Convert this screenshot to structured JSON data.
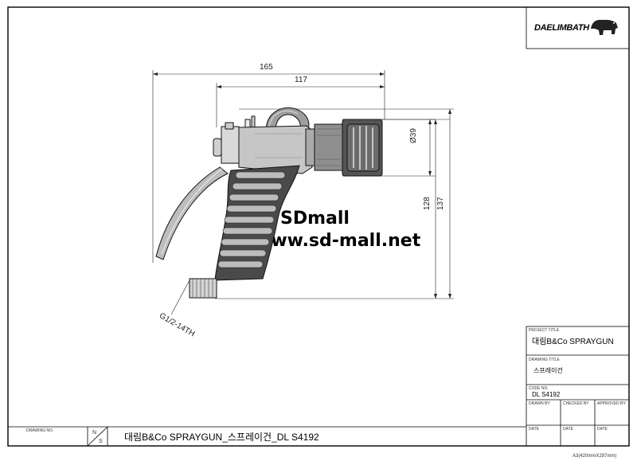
{
  "logo": {
    "text": "DAELIMBATH"
  },
  "watermark": {
    "line1": "SDmall",
    "line2": "www.sd-mall.net"
  },
  "dimensions": {
    "overall_length": "165",
    "body_length": "117",
    "nozzle_diameter": "Ø39",
    "height_inner": "128",
    "height_outer": "137",
    "thread": "G1/2-14TH"
  },
  "title_block": {
    "project_title_label": "PROJECT TITLE",
    "project_title_value": "대림B&Co SPRAYGUN",
    "drawing_title_label": "DRAWING TITLE",
    "drawing_title_value": "스프레이건",
    "code_no_label": "CODE NO.",
    "code_no_value": "DL S4192",
    "drawn_by_label": "DRAWN BY",
    "checked_by_label": "CHECKED BY",
    "approved_by_label": "APPROVED BY",
    "date_label_1": "DATE",
    "date_label_2": "DATE",
    "date_label_3": "DATE"
  },
  "bottom_bar": {
    "drawing_no_label": "DRAWING NO.",
    "scale_top": "N",
    "scale_bottom": "S",
    "drawing_name": "대림B&Co SPRAYGUN_스프레이건_DL S4192"
  },
  "paper_size": "A3(420mmX297mm)"
}
